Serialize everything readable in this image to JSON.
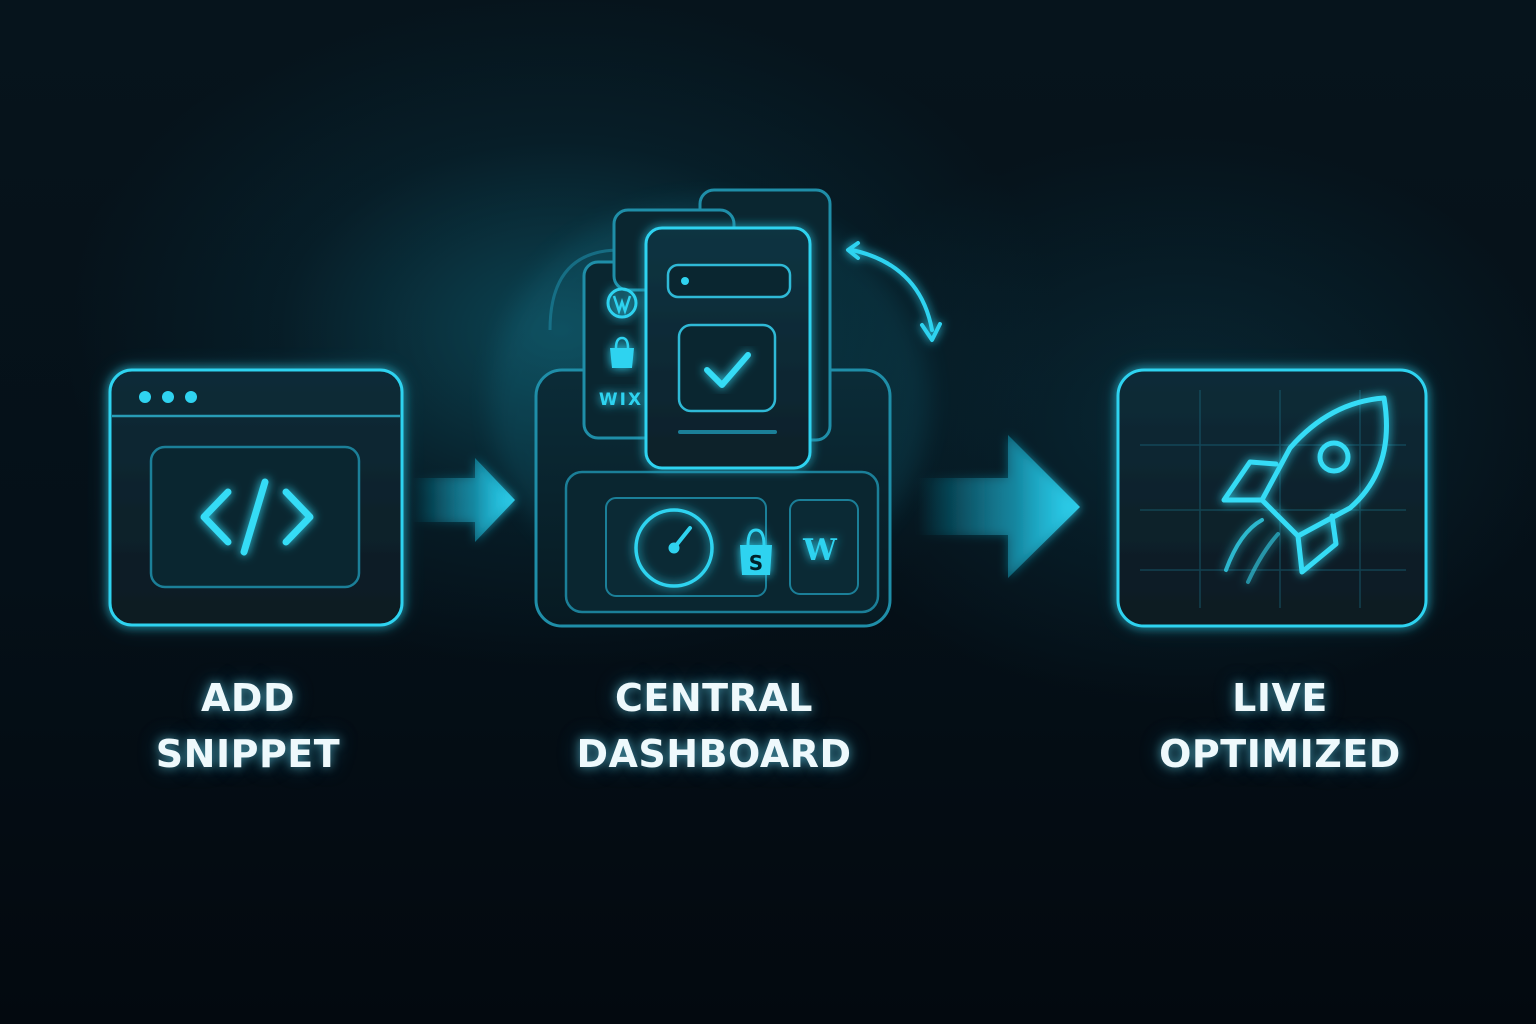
{
  "colors": {
    "accent": "#2fd3f0",
    "accent_soft": "#1aa9c6",
    "panel_stroke": "#1f8ea8",
    "background": "#05121a",
    "label_text": "#eef9fc"
  },
  "steps": [
    {
      "line1": "ADD",
      "line2": "SNIPPET",
      "icon": "code-window-icon"
    },
    {
      "line1": "CENTRAL",
      "line2": "DASHBOARD",
      "icon": "dashboard-stack-icon"
    },
    {
      "line1": "LIVE",
      "line2": "OPTIMIZED",
      "icon": "rocket-icon"
    }
  ],
  "platform_badges": {
    "wix": "WIX",
    "webflow": "W"
  },
  "arrows": [
    "arrow-right-icon",
    "arrow-right-icon"
  ]
}
